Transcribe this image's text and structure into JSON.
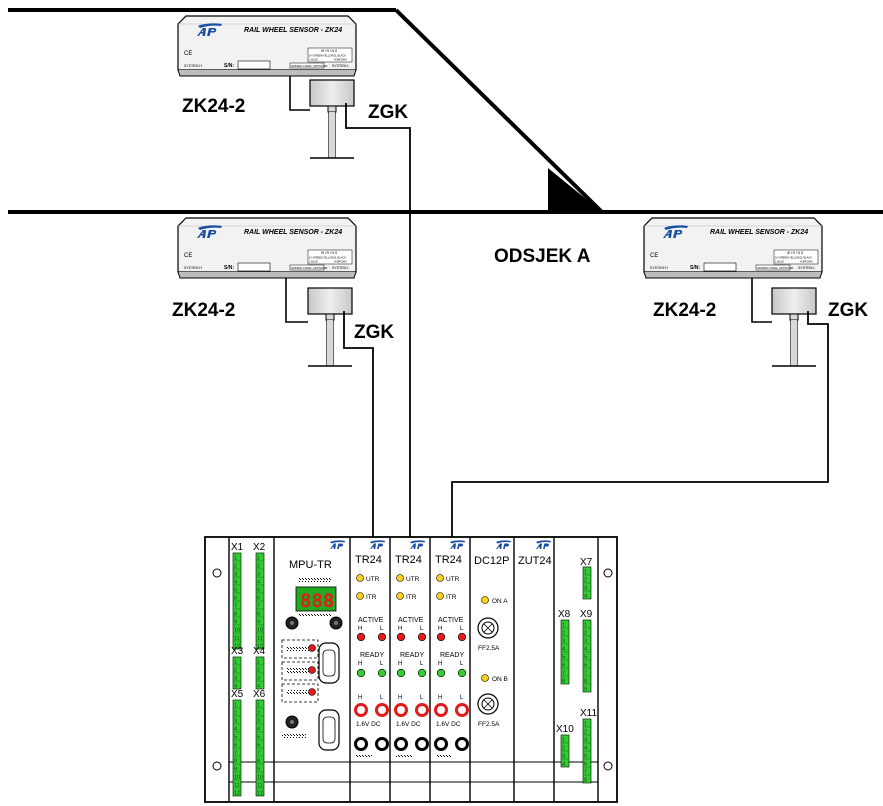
{
  "sensor": {
    "brand": "AP",
    "title": "RAIL WHEEL SENSOR - ZK24",
    "ce": "CE",
    "system_h": "SYSTEM H",
    "sn": "S/N:",
    "order_code": "ORDER CODE: AP07ZK00",
    "system_l": "SYSTEM L",
    "wiring": "W I R I N G",
    "wire1": "1H GREEN/YELLOW",
    "wire2": "2L BLACK",
    "wire3": "L BLUE",
    "wire4": "H BROWN"
  },
  "labels": {
    "zk_top": "ZK24-2",
    "zgk_top": "ZGK",
    "zk_mid": "ZK24-2",
    "zgk_mid": "ZGK",
    "zk_right": "ZK24-2",
    "zgk_right": "ZGK",
    "section": "ODSJEK A"
  },
  "rack": {
    "mpu_title": "MPU-TR",
    "display": "888",
    "tr_title": "TR24",
    "utr": "UTR",
    "itr": "ITR",
    "active": "ACTIVE",
    "ready": "READY",
    "h": "H",
    "l": "L",
    "voltage": "1.6V DC",
    "dc_title": "DC12P",
    "on_a": "ON A",
    "on_b": "ON B",
    "fuse": "FF2.5A",
    "zut_title": "ZUT24",
    "x1": "X1",
    "x2": "X2",
    "x3": "X3",
    "x4": "X4",
    "x5": "X5",
    "x6": "X6",
    "x7": "X7",
    "x8": "X8",
    "x9": "X9",
    "x10": "X10",
    "x11": "X11"
  },
  "colors": {
    "terminal_green": "#33cc33",
    "led_red": "#e31b1b",
    "led_yellow": "#ffd21a",
    "led_green": "#33cc33",
    "display_bg": "#22aa22",
    "display_digit": "#e31b1b"
  }
}
